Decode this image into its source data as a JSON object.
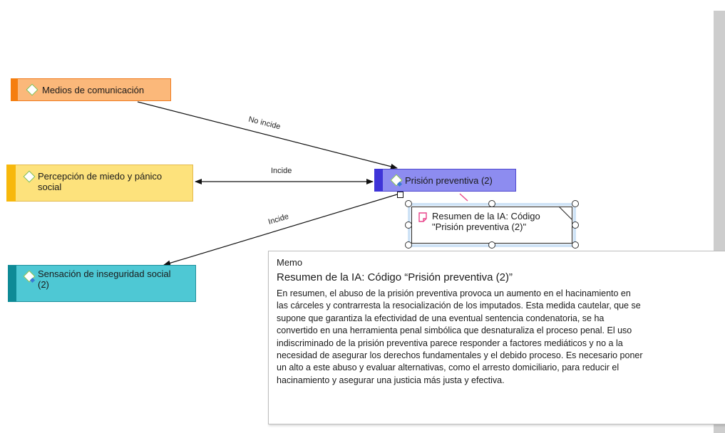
{
  "nodes": {
    "medios": {
      "label": "Medios de comunicación",
      "fill": "#fbb87a",
      "stripe": "#f57e0f",
      "border": "#f07b1f"
    },
    "percepcion": {
      "label_line1": "Percepción de miedo y pánico",
      "label_line2": "social",
      "fill": "#fde27c",
      "stripe": "#f7b80c",
      "border": "#e3b94d"
    },
    "prision": {
      "label": "Prisión preventiva (2)",
      "fill": "#8d8cf0",
      "stripe": "#3e34d8",
      "border": "#4f47cf"
    },
    "sensacion": {
      "label_line1": "Sensación de inseguridad social",
      "label_line2": "(2)",
      "fill": "#4ec8d4",
      "stripe": "#0e8a96",
      "border": "#1c8f9c"
    }
  },
  "links": {
    "no_incide": "No incide",
    "incide_1": "Incide",
    "incide_2": "Incide"
  },
  "memo_node": {
    "line1": "Resumen de la IA: Código",
    "line2": "\"Prisión preventiva (2)\"",
    "icon": "memo-icon",
    "icon_color": "#e8458b"
  },
  "tooltip": {
    "type": "Memo",
    "title": "Resumen de la IA: Código “Prisión preventiva (2)”",
    "body_lines": [
      "En resumen, el abuso de la prisión preventiva provoca un aumento en el hacinamiento en",
      "las cárceles y contrarresta la resocialización de los imputados. Esta medida cautelar, que se",
      "supone que garantiza la efectividad de una eventual sentencia condenatoria, se ha",
      "convertido en una herramienta penal simbólica que desnaturaliza el proceso penal. El uso",
      "indiscriminado de la prisión preventiva parece responder a factores mediáticos y no a la",
      "necesidad de asegurar los derechos fundamentales y el debido proceso. Es necesario poner",
      "un alto a este abuso y evaluar alternativas, como el arresto domiciliario, para reducir el",
      "hacinamiento y asegurar una justicia más justa y efectiva."
    ]
  },
  "colors": {
    "selection": "#cfe3f6",
    "link_pink": "#e8458b",
    "scrollbar": "#cdcdcd"
  }
}
